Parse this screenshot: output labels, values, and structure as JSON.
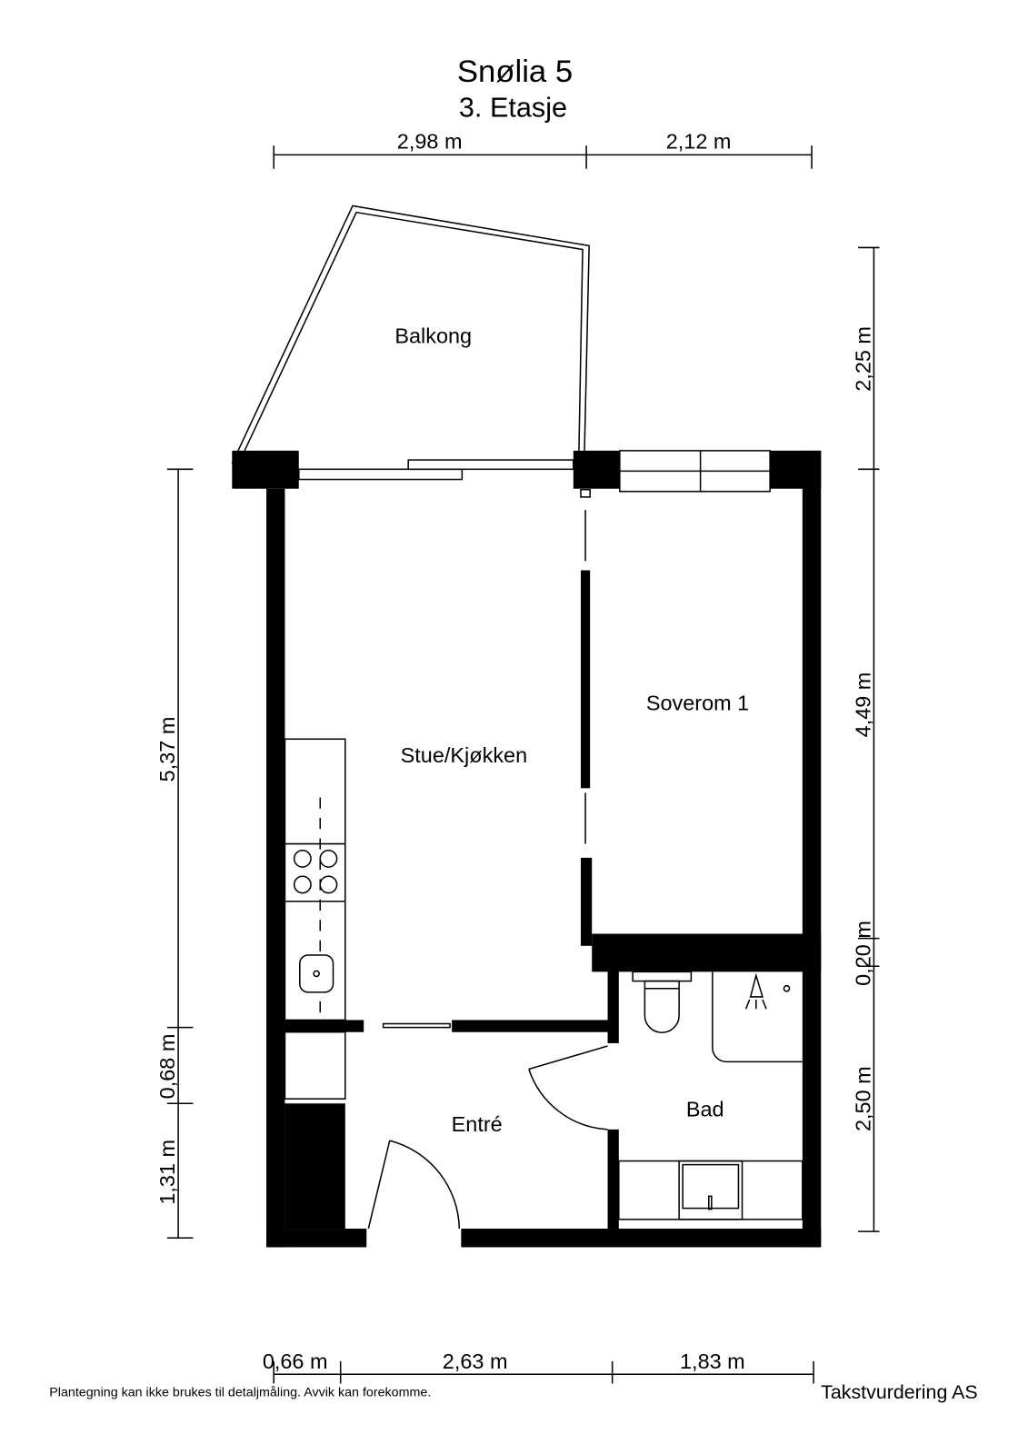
{
  "header": {
    "title": "Snølia 5",
    "subtitle": "3. Etasje"
  },
  "dimensions": {
    "top": [
      "2,98 m",
      "2,12 m"
    ],
    "left": [
      "5,37 m",
      "0,68 m",
      "1,31 m"
    ],
    "right": [
      "2,25 m",
      "4,49 m",
      "0,20 m",
      "2,50 m"
    ],
    "bottom": [
      "0,66 m",
      "2,63 m",
      "1,83 m"
    ]
  },
  "rooms": {
    "balcony": "Balkong",
    "living": "Stue/Kjøkken",
    "bedroom": "Soverom 1",
    "entrance": "Entré",
    "bathroom": "Bad"
  },
  "footer": {
    "disclaimer": "Plantegning kan ikke brukes til detaljmåling. Avvik kan forekomme.",
    "company": "Takstvurdering AS"
  },
  "colors": {
    "wall": "#000000",
    "background": "#ffffff"
  }
}
